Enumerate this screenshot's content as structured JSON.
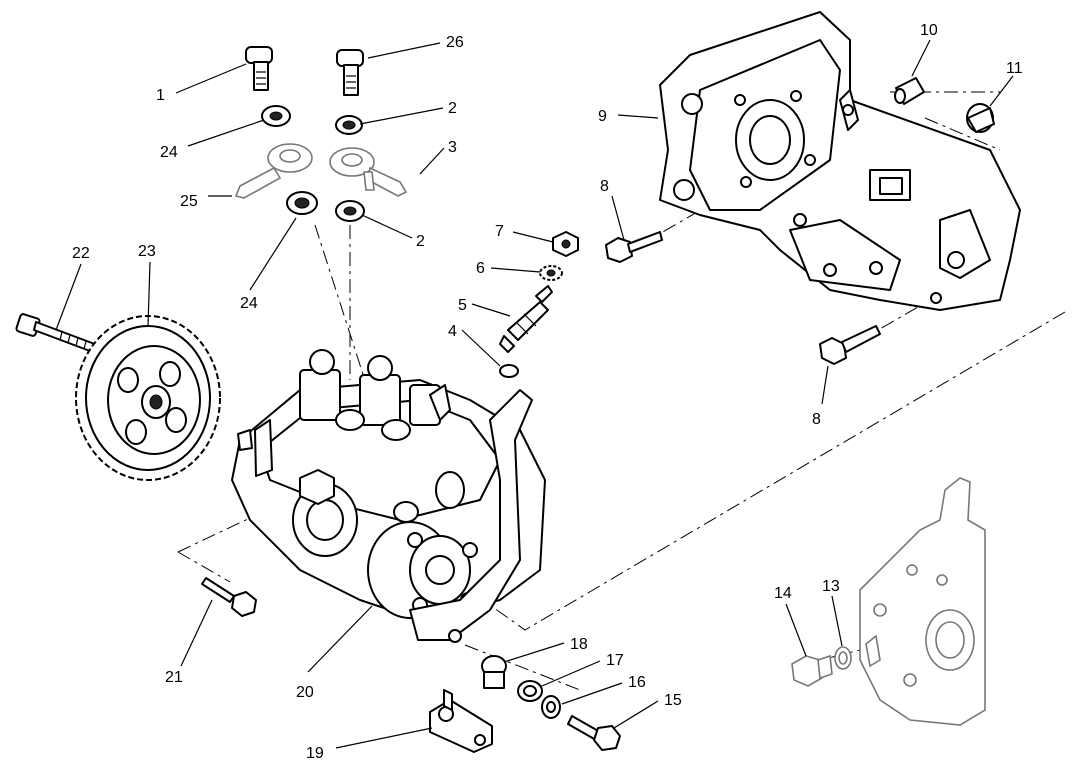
{
  "callouts": {
    "c1": "1",
    "c2a": "2",
    "c2b": "2",
    "c3": "3",
    "c4": "4",
    "c5": "5",
    "c6": "6",
    "c7": "7",
    "c8a": "8",
    "c8b": "8",
    "c9": "9",
    "c10": "10",
    "c11": "11",
    "c13": "13",
    "c14": "14",
    "c15": "15",
    "c16": "16",
    "c17": "17",
    "c18": "18",
    "c19": "19",
    "c20": "20",
    "c21": "21",
    "c22": "22",
    "c23": "23",
    "c24a": "24",
    "c24b": "24",
    "c25": "25",
    "c26": "26"
  }
}
